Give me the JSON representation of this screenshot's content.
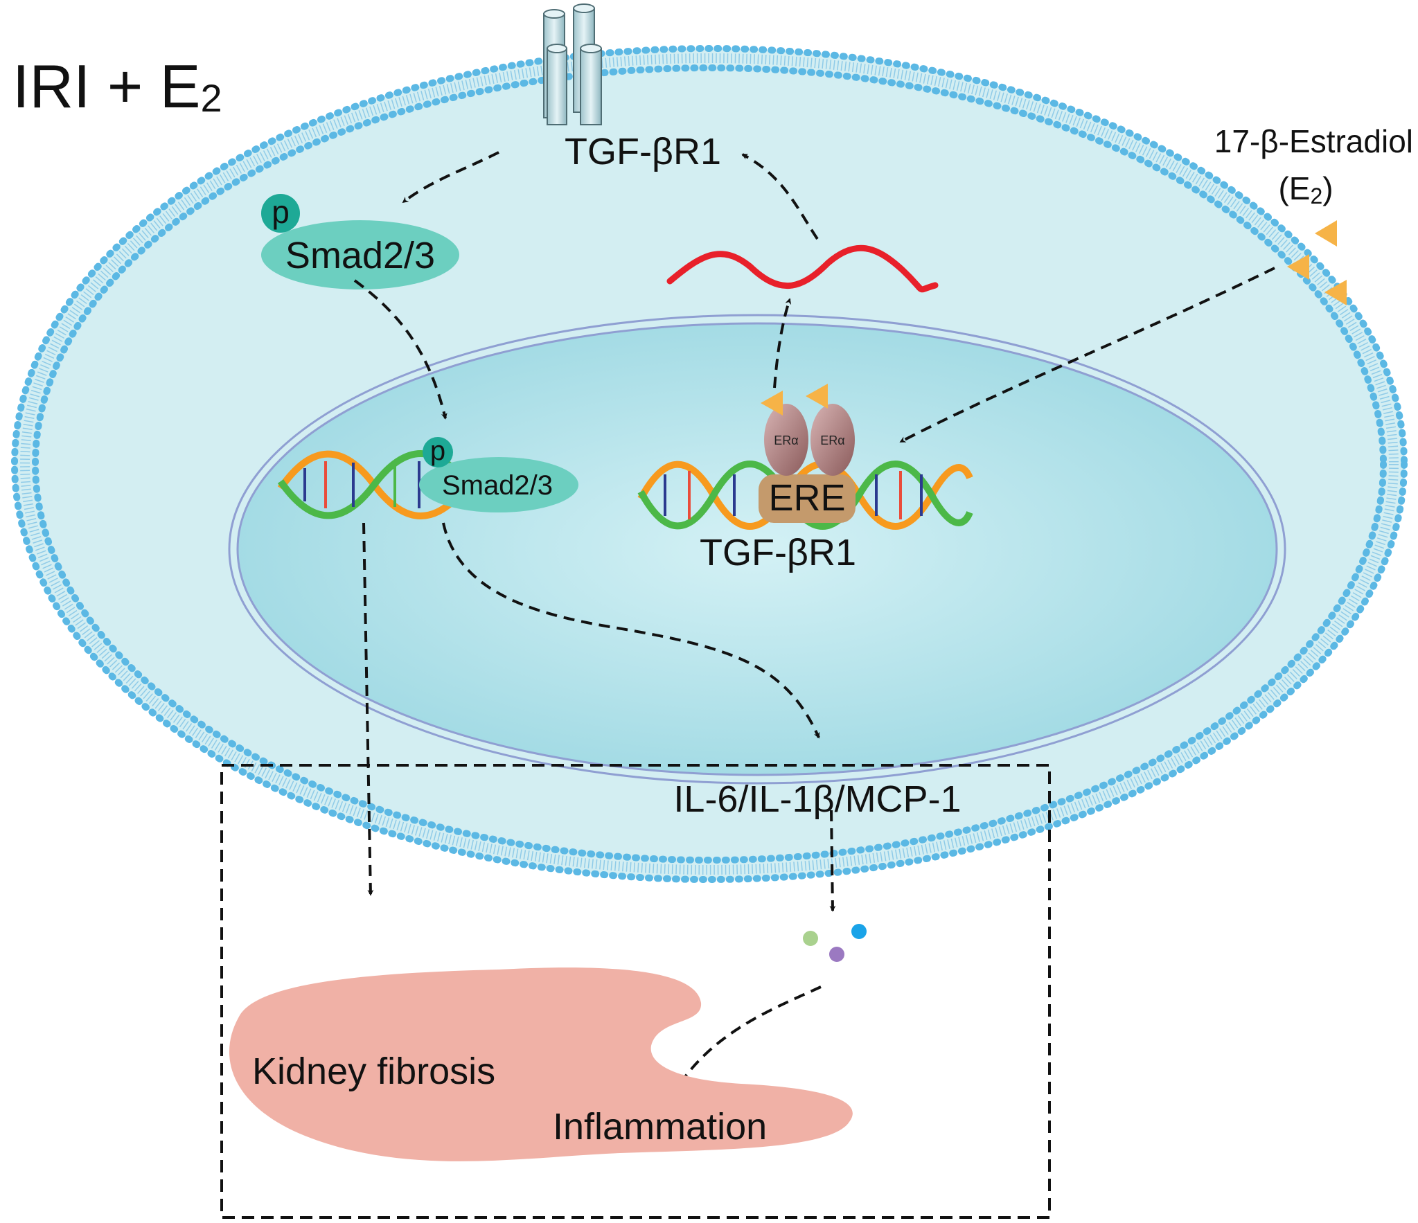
{
  "title": {
    "main": "IRI + E",
    "sub": "2"
  },
  "estradiol": {
    "line1": "17-β-Estradiol",
    "line2_prefix": "(E",
    "line2_sub": "2",
    "line2_suffix": ")"
  },
  "labels": {
    "receptor_top": "TGF-βR1",
    "smad_cyto": "Smad2/3",
    "smad_nuc": "Smad2/3",
    "phospho": "p",
    "era_left": "ERα",
    "era_right": "ERα",
    "ere": "ERE",
    "gene": "TGF-βR1",
    "cytokines": "IL-6/IL-1β/MCP-1",
    "fibrosis": "Kidney fibrosis",
    "inflammation": "Inflammation"
  },
  "colors": {
    "cell_fill": "#d3eef2",
    "membrane": "#5bb8e4",
    "nucleus_fill": "#b3e1e8",
    "nucleus_border": "#8f9fd2",
    "smad": "#6ccfc0",
    "phospho": "#1ea996",
    "mrna": "#e8202a",
    "estradiol": "#f6b347",
    "era": "#a97a7a",
    "ere": "#c49a6c",
    "kidney": "#f0b1a6",
    "cytokine_green": "#a9d18e",
    "cytokine_blue": "#1aa3e8",
    "cytokine_purple": "#9b79c1"
  },
  "icons": [
    "channel-icon",
    "dna-icon",
    "mrna-icon",
    "estradiol-icon",
    "cytokine-dot-icon",
    "kidney-icon"
  ]
}
